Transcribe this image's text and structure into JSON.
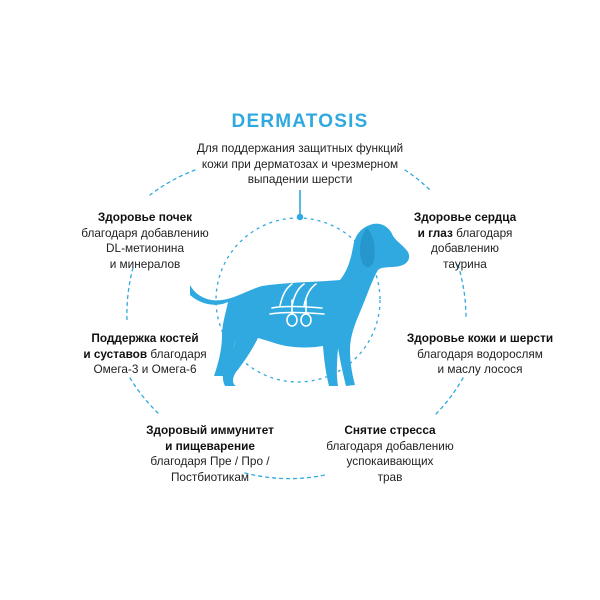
{
  "title": "DERMATOSIS",
  "intro": {
    "lines": [
      "Для поддержания защитных функций",
      "кожи при дерматозах и чрезмерном",
      "выпадении шерсти"
    ]
  },
  "benefits": {
    "kidney": {
      "bold": "Здоровье почек",
      "lines": [
        "благодаря добавлению",
        "DL-метионина",
        "и минералов"
      ]
    },
    "heart": {
      "bold_line1": "Здоровье сердца",
      "bold_line2": "и глаз",
      "tail_line2": " благодаря",
      "lines": [
        "добавлению",
        "таурина"
      ]
    },
    "bones": {
      "bold_line1": "Поддержка костей",
      "bold_line2": "и суставов",
      "tail_line2": " благодаря",
      "lines": [
        "Омега-3 и Омега-6"
      ]
    },
    "skin": {
      "bold": "Здоровье кожи и шерсти",
      "lines": [
        "благодаря водорослям",
        "и маслу лосося"
      ]
    },
    "immunity": {
      "bold_line1": "Здоровый иммунитет",
      "bold_line2": "и пищеварение",
      "lines": [
        "благодаря Пре / Про /",
        "Постбиотикам"
      ]
    },
    "stress": {
      "bold": "Снятие стресса",
      "lines": [
        "благодаря добавлению",
        "успокаивающих",
        "трав"
      ]
    }
  },
  "colors": {
    "accent": "#2fa9df",
    "dog": "#2fa9df",
    "text": "#222222"
  },
  "icons": {
    "center": "dog-silhouette",
    "hair": "hair-follicle-icon"
  }
}
